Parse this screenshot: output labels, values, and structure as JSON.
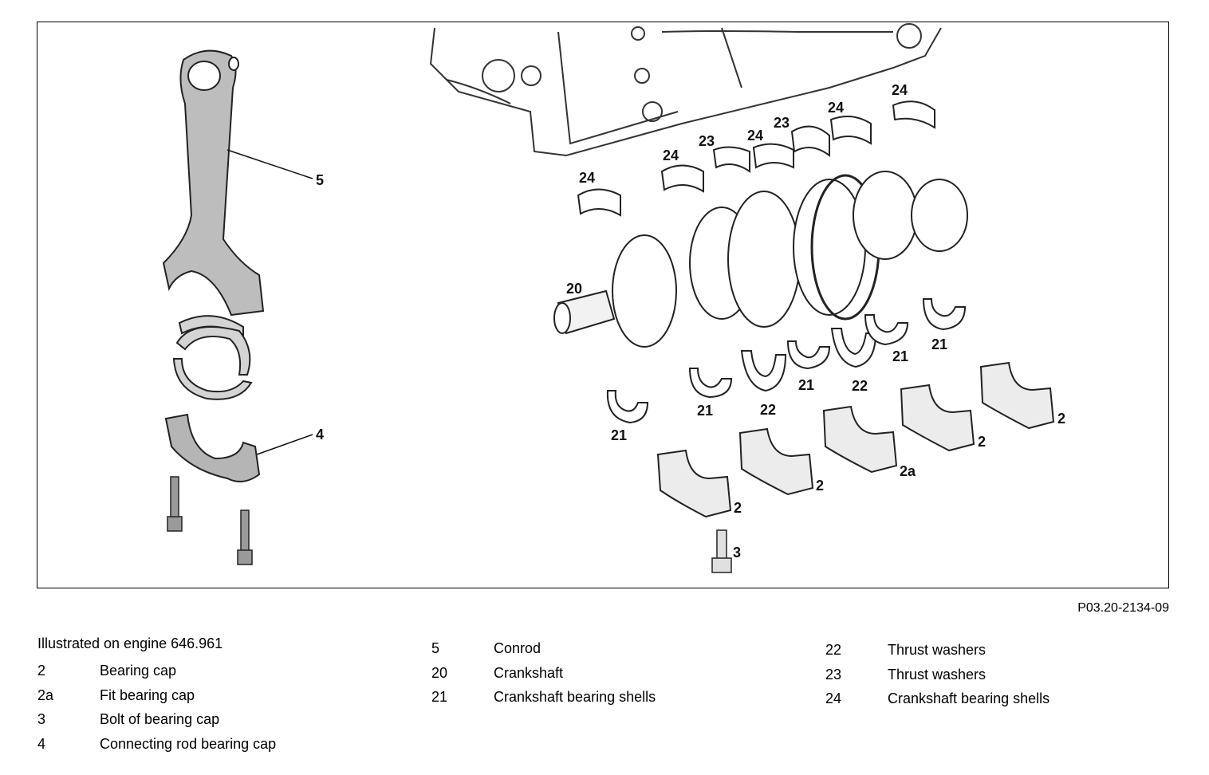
{
  "figure_ref": "P03.20-2134-09",
  "caption": "Illustrated on engine 646.961",
  "callouts": [
    "5",
    "4",
    "20",
    "24",
    "24",
    "23",
    "24",
    "23",
    "24",
    "24",
    "21",
    "21",
    "22",
    "21",
    "22",
    "21",
    "21",
    "2",
    "2",
    "2a",
    "2",
    "2",
    "3"
  ],
  "legend": {
    "col1": [
      {
        "num": "2",
        "text": "Bearing cap"
      },
      {
        "num": "2a",
        "text": "Fit bearing cap"
      },
      {
        "num": "3",
        "text": "Bolt of bearing cap"
      },
      {
        "num": "4",
        "text": "Connecting rod bearing cap"
      }
    ],
    "col2": [
      {
        "num": "5",
        "text": "Conrod"
      },
      {
        "num": "20",
        "text": "Crankshaft"
      },
      {
        "num": "21",
        "text": "Crankshaft bearing shells"
      }
    ],
    "col3": [
      {
        "num": "22",
        "text": "Thrust washers"
      },
      {
        "num": "23",
        "text": "Thrust washers"
      },
      {
        "num": "24",
        "text": "Crankshaft bearing shells"
      }
    ]
  }
}
